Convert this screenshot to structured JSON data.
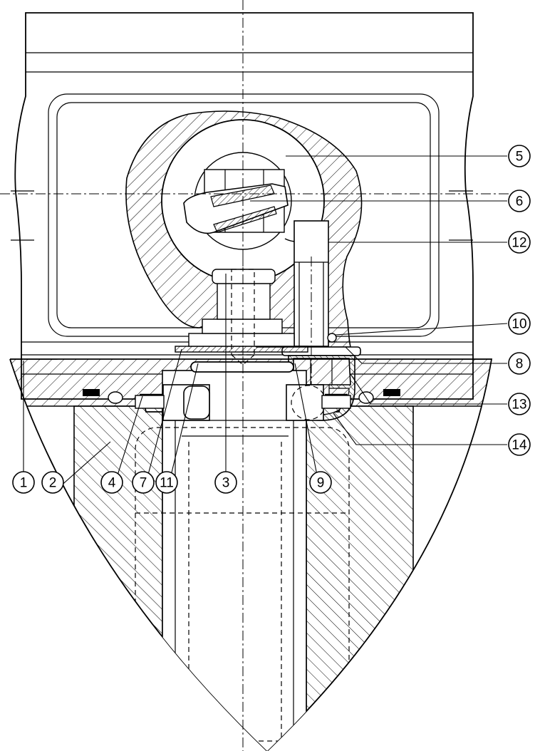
{
  "balloons": {
    "b1": "1",
    "b2": "2",
    "b3": "3",
    "b4": "4",
    "b5": "5",
    "b6": "6",
    "b7": "7",
    "b8": "8",
    "b9": "9",
    "b10": "10",
    "b11": "11",
    "b12": "12",
    "b13": "13",
    "b14": "14"
  }
}
